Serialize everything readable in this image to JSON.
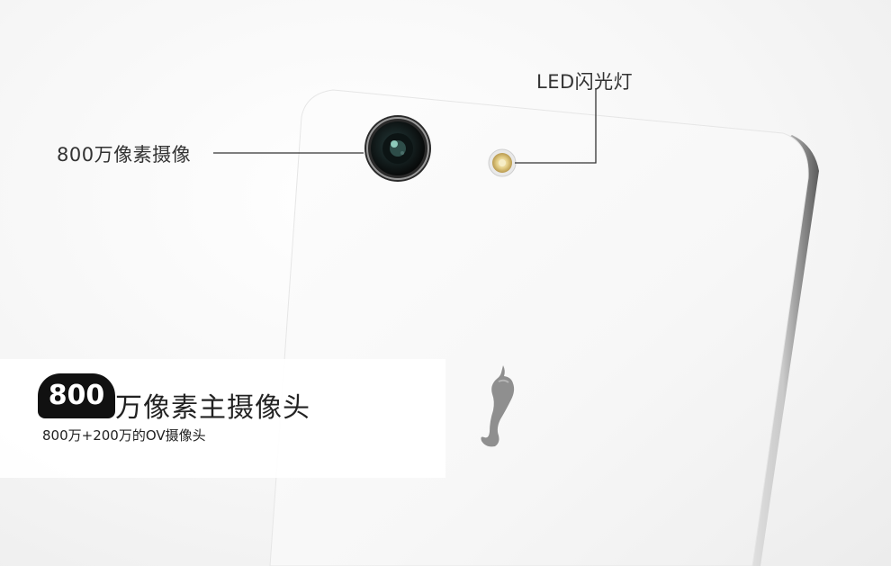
{
  "callouts": {
    "camera": "800万像素摄像",
    "flash": "LED闪光灯"
  },
  "promo": {
    "badge_number": "800",
    "headline": "万像素主摄像头",
    "subline": "800万+200万的OV摄像头"
  },
  "icons": {
    "camera_lens": "camera-lens-icon",
    "flash": "led-flash-icon",
    "logo": "chili-pepper-logo-icon"
  },
  "colors": {
    "phone_body": "#fbfbfb",
    "background": "#f2f2f2",
    "badge": "#111111",
    "flash_gold": "#d8c27a"
  }
}
